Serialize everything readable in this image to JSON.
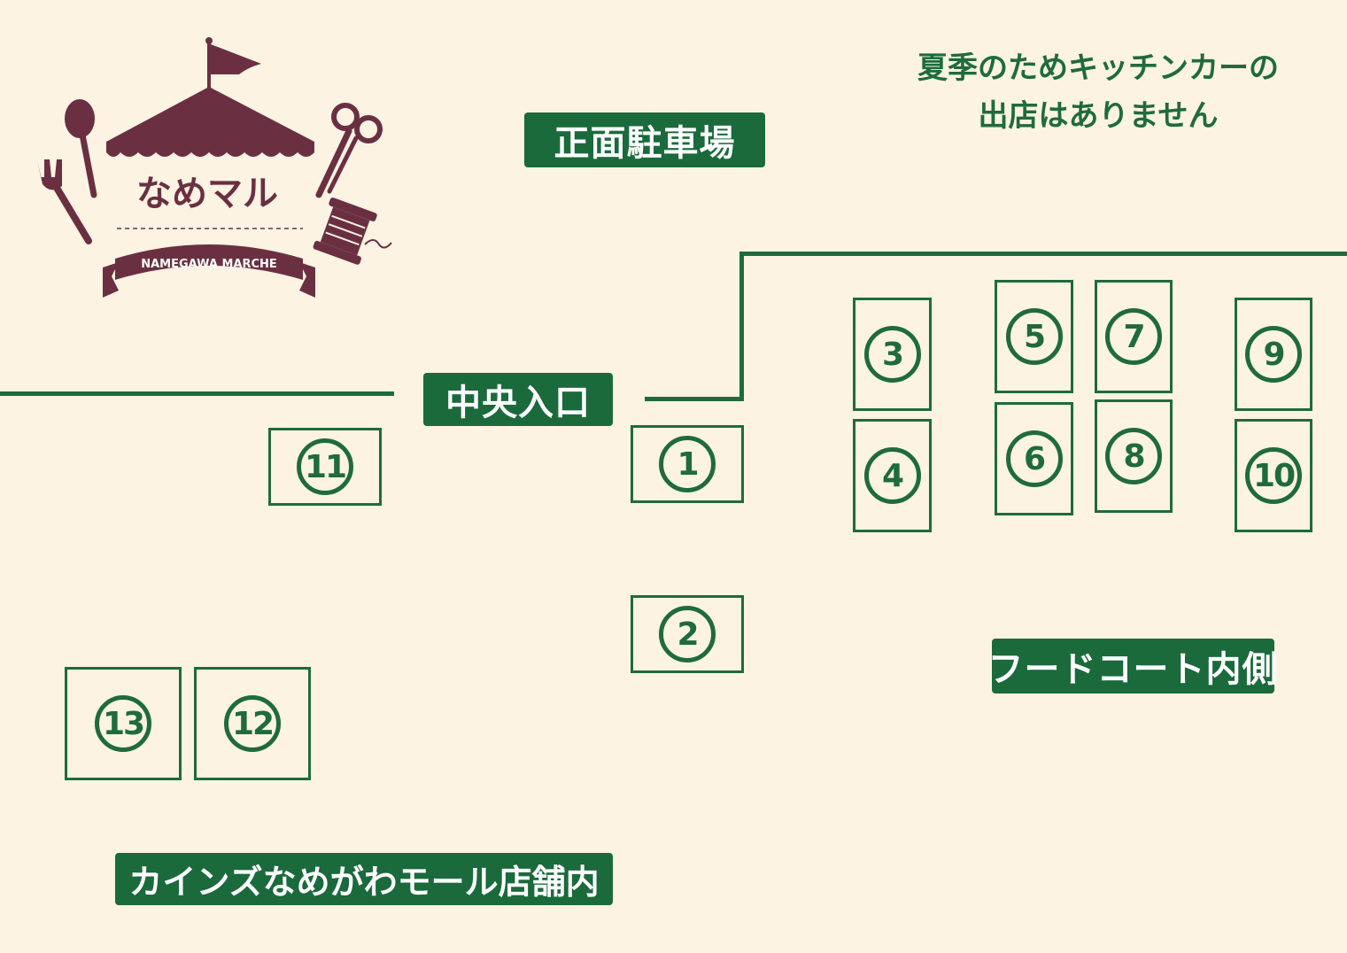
{
  "logo": {
    "title": "なめマル",
    "subtitle": "NAMEGAWA MARCHE",
    "color": "#6a3042"
  },
  "notice": {
    "line1": "夏季のためキッチンカーの",
    "line2": "出店はありません"
  },
  "labels": {
    "front_parking": "正面駐車場",
    "central_entrance": "中央入口",
    "food_court": "フードコート内側",
    "mall_inside": "カインズなめがわモール店舗内"
  },
  "booths": {
    "b1": "1",
    "b2": "2",
    "b3": "3",
    "b4": "4",
    "b5": "5",
    "b6": "6",
    "b7": "7",
    "b8": "8",
    "b9": "9",
    "b10": "10",
    "b11": "11",
    "b12": "12",
    "b13": "13"
  },
  "colors": {
    "background": "#fdf3e3",
    "accent_green": "#1a6a3c",
    "logo_maroon": "#6a3042"
  }
}
